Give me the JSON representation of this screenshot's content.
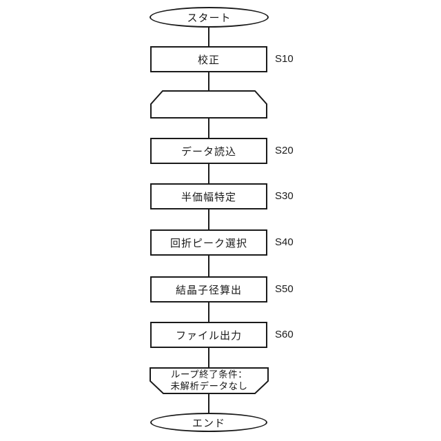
{
  "diagram": {
    "background_color": "#ffffff",
    "line_color": "#1a1a1a",
    "nodes": [
      {
        "id": "start",
        "type": "terminal",
        "label": "スタート"
      },
      {
        "id": "s10",
        "type": "process",
        "label": "校正",
        "step": "S10"
      },
      {
        "id": "loop_start",
        "type": "loop-start",
        "label": ""
      },
      {
        "id": "s20",
        "type": "process",
        "label": "データ読込",
        "step": "S20"
      },
      {
        "id": "s30",
        "type": "process",
        "label": "半価幅特定",
        "step": "S30"
      },
      {
        "id": "s40",
        "type": "process",
        "label": "回折ピーク選択",
        "step": "S40"
      },
      {
        "id": "s50",
        "type": "process",
        "label": "結晶子径算出",
        "step": "S50"
      },
      {
        "id": "s60",
        "type": "process",
        "label": "ファイル出力",
        "step": "S60"
      },
      {
        "id": "loop_end",
        "type": "loop-end",
        "label_line1": "ループ終了条件：",
        "label_line2": "未解析データなし"
      },
      {
        "id": "end",
        "type": "terminal",
        "label": "エンド"
      }
    ]
  }
}
